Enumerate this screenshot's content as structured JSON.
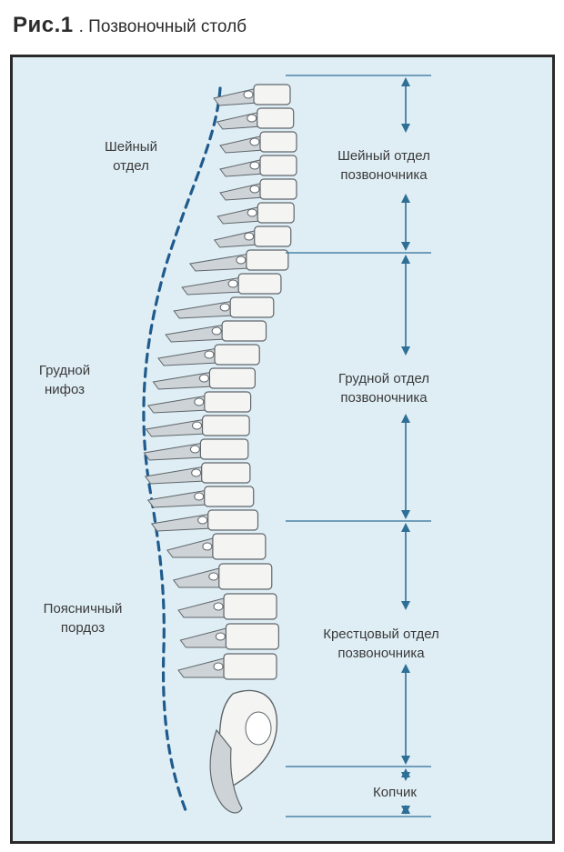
{
  "caption": {
    "figure_number": "Рис.1",
    "title": ". Позвоночный столб"
  },
  "left_labels": {
    "cervical": [
      "Шейный",
      "отдел"
    ],
    "thoracic": [
      "Грудной",
      "нифоз"
    ],
    "lumbar": [
      "Поясничный",
      "пордоз"
    ]
  },
  "right_labels": {
    "cervical": [
      "Шейный отдел",
      "позвоночника"
    ],
    "thoracic": [
      "Грудной отдел",
      "позвоночника"
    ],
    "sacral": [
      "Крестцовый отдел",
      "позвоночника"
    ],
    "coccyx": [
      "Копчик"
    ]
  },
  "colors": {
    "background": "#dfeef5",
    "frame": "#2a2a2a",
    "curve": "#1f5b8c",
    "arrow": "#2e6f96",
    "bone_fill": "#f4f4f2",
    "bone_shade": "#cdd3d6",
    "bone_outline": "#5f666b"
  }
}
